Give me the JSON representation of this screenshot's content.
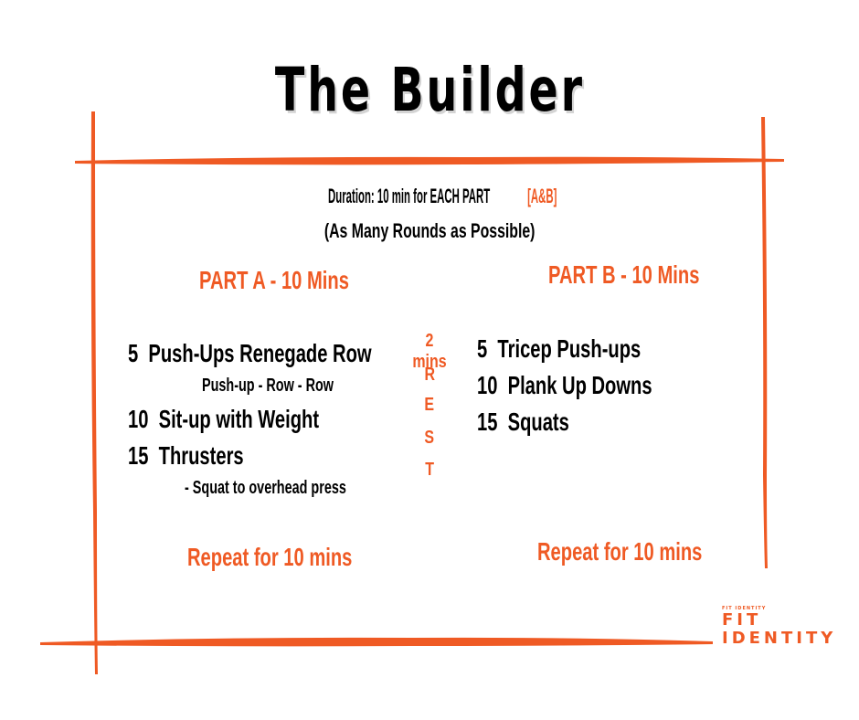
{
  "title": "The Builder",
  "duration": {
    "text": "Duration: 10 min for EACH PART ",
    "highlight": "[A&B]"
  },
  "amrap": "(As Many Rounds as Possible)",
  "part_a": {
    "heading": "PART A - 10 Mins",
    "exercises": [
      {
        "reps": "5",
        "name": "Push-Ups Renegade Row",
        "note": "Push-up - Row - Row"
      },
      {
        "reps": "10",
        "name": "Sit-up with Weight",
        "note": ""
      },
      {
        "reps": "15",
        "name": "Thrusters",
        "note": "- Squat to overhead press"
      }
    ],
    "repeat": "Repeat for 10 mins"
  },
  "rest": {
    "duration": "2 mins",
    "letters": [
      "R",
      "E",
      "S",
      "T"
    ]
  },
  "part_b": {
    "heading": "PART B - 10 Mins",
    "exercises": [
      {
        "reps": "5",
        "name": "Tricep Push-ups"
      },
      {
        "reps": "10",
        "name": "Plank Up Downs"
      },
      {
        "reps": "15",
        "name": "Squats"
      }
    ],
    "repeat": "Repeat for 10 mins"
  },
  "logo": {
    "tiny": "FIT IDENTITY",
    "line1": "FIT",
    "line2": "IDENTITY"
  },
  "colors": {
    "accent": "#ef5a24",
    "text": "#000000",
    "title_shadow": "#d4d4d4"
  }
}
